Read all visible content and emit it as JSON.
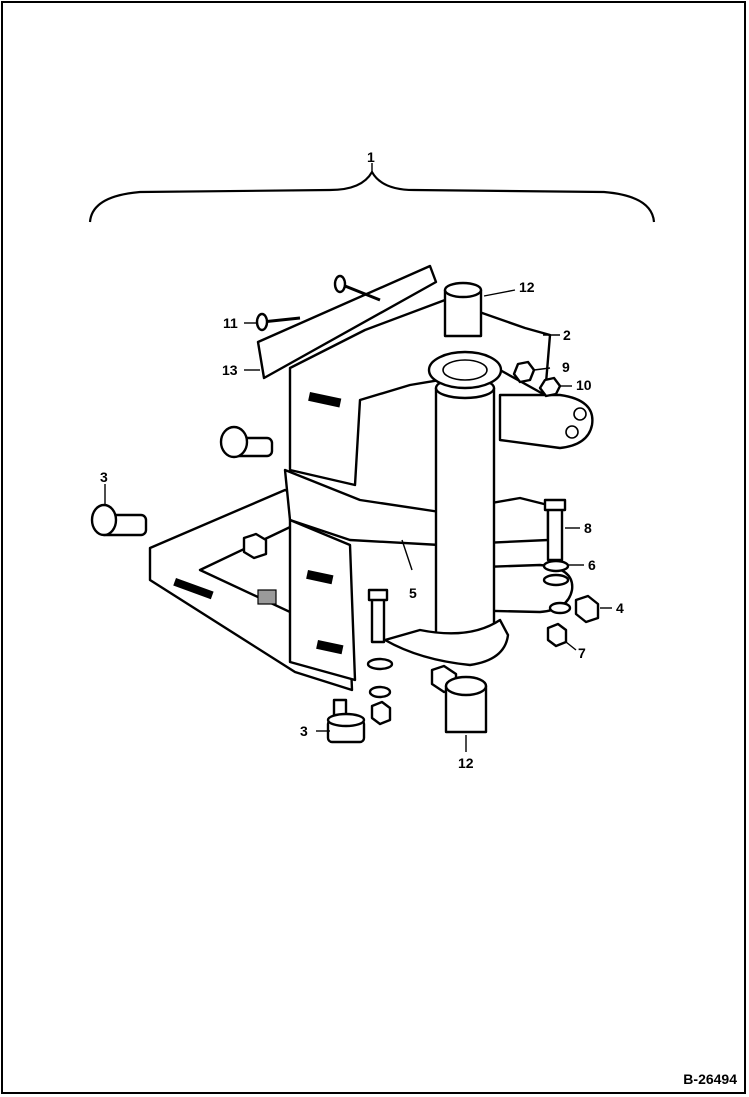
{
  "diagram": {
    "reference_code": "B-26494",
    "callouts": [
      "1",
      "12",
      "11",
      "2",
      "13",
      "9",
      "10",
      "3",
      "8",
      "6",
      "5",
      "4",
      "7",
      "3",
      "12"
    ],
    "colors": {
      "line": "#000000",
      "background": "#ffffff"
    }
  }
}
